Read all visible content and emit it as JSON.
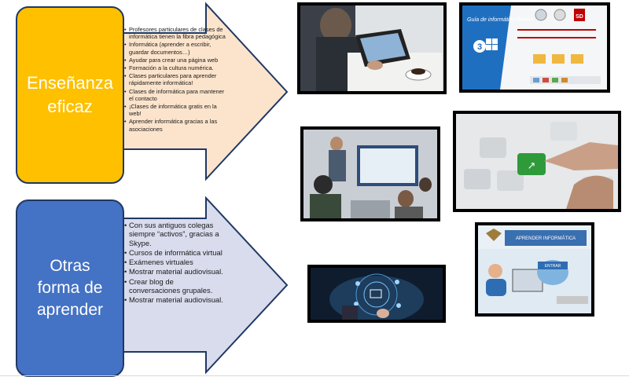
{
  "section1": {
    "title_line1": "Enseñanza",
    "title_line2": "eficaz",
    "bullets": [
      "Profesores particulares de clases de informática tienen la fibra pedagógica",
      "Informática (aprender a escribir, guardar documentos…)",
      "Ayudar para crear una página web",
      "Formación a la cultura numérica.",
      "Clases particulares para aprender rápidamente informática!",
      "Clases de informática para mantener el contacto",
      "¡Clases de informática gratis en la web!",
      "Aprender informática gracias a las asociaciones"
    ]
  },
  "section2": {
    "title_line1": "Otras",
    "title_line2": "forma de",
    "title_line3": "aprender",
    "bullets": [
      "Con sus antiguos colegas siempre “activos”, gracias a Skype.",
      "Cursos de informática virtual",
      "Exámenes virtuales",
      "Mostrar material audiovisual.",
      "Crear blog de conversaciones grupales.",
      "Mostrar material audiovisual."
    ]
  },
  "images": {
    "guide_cover_text": "Guía de informática Básica",
    "guide_number": "3",
    "sd_label": "SD",
    "elearning_banner": "APRENDER INFORMÁTICA",
    "elearning_button": "ENTRAR",
    "green_key_symbol": "↗"
  },
  "colors": {
    "yellow": "#ffc000",
    "blue": "#4472c4",
    "arrow1_fill": "#fce4cc",
    "arrow2_fill": "#d9dced",
    "outline": "#1f3864"
  }
}
